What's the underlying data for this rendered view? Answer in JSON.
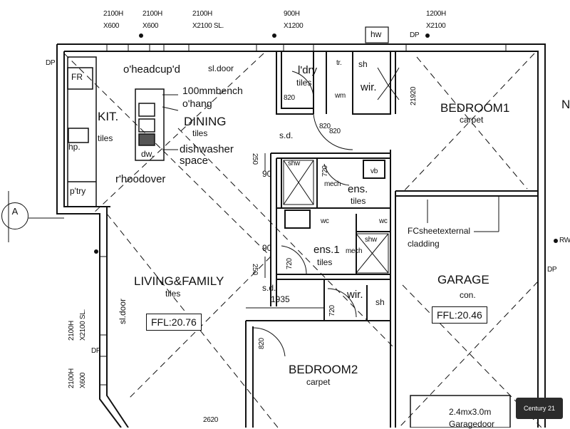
{
  "rooms": {
    "kitchen": "KIT.",
    "kitchen_floor": "tiles",
    "dining": "DINING",
    "dining_floor": "tiles",
    "laundry": "l'dry",
    "laundry_floor": "tiles",
    "bedroom1": "BEDROOM1",
    "bedroom1_floor": "carpet",
    "ensuite": "ens.",
    "ensuite_floor": "tiles",
    "ensuite1": "ens.1",
    "ensuite1_floor": "tiles",
    "living": "LIVING&FAMILY",
    "living_floor": "tiles",
    "garage": "GARAGE",
    "garage_floor": "con.",
    "bedroom2": "BEDROOM2",
    "bedroom2_floor": "carpet"
  },
  "fixtures": {
    "fridge": "FR",
    "hotplate": "hp.",
    "pantry": "p'try",
    "dishwasher_abbr": "dw.",
    "wardrobe1": "wir.",
    "wardrobe2": "wir.",
    "shower1": "sh",
    "shower2": "sh",
    "shw1": "shw",
    "shw2": "shw",
    "mech1": "mech",
    "mech2": "mech",
    "wc1": "wc",
    "wc2": "wc",
    "tr": "tr.",
    "wm": "wm",
    "vb": "vb",
    "hw": "hw"
  },
  "notes": {
    "overhead": "o'headcup'd",
    "bench": "100mmbench",
    "overhang": "o'hang",
    "dishwasher": "dishwasher",
    "space": "space",
    "rangehood": "r'hoodover",
    "sliding_door_top": "sl.door",
    "sliding_door_side": "sl.door",
    "smoke1": "s.d.",
    "smoke2": "s.d.",
    "cladding1": "FCsheetexternal",
    "cladding2": "cladding",
    "garage_door1": "2.4mx3.0m",
    "garage_door2": "Garagedoor",
    "dp1": "DP",
    "dp2": "DP",
    "dp3": "DP",
    "dp4": "DP",
    "rwh": "RWH",
    "n_partial": "N"
  },
  "levels": {
    "living_ffl": "FFL:20.76",
    "garage_ffl": "FFL:20.46"
  },
  "windows": {
    "w1a": "2100H",
    "w1b": "X600",
    "w2a": "2100H",
    "w2b": "X600",
    "w3a": "2100H",
    "w3b": "X2100 SL.",
    "w4a": "900H",
    "w4b": "X1200",
    "w5a": "1200H",
    "w5b": "X2100",
    "w6a": "2100H",
    "w6b": "X2100 SL.",
    "w7a": "2100H",
    "w7b": "X600"
  },
  "dimensions": {
    "d820a": "820",
    "d820b": "820",
    "d820c": "820",
    "d820d": "820",
    "d720a": "720",
    "d720b": "720",
    "d720c": "720",
    "d250a": "250",
    "d250b": "250",
    "d90a": "90",
    "d90b": "90",
    "d1935": "1935",
    "d21920": "21920",
    "d62620": "2620"
  },
  "section_marker": "A",
  "logo_text": "Century 21"
}
